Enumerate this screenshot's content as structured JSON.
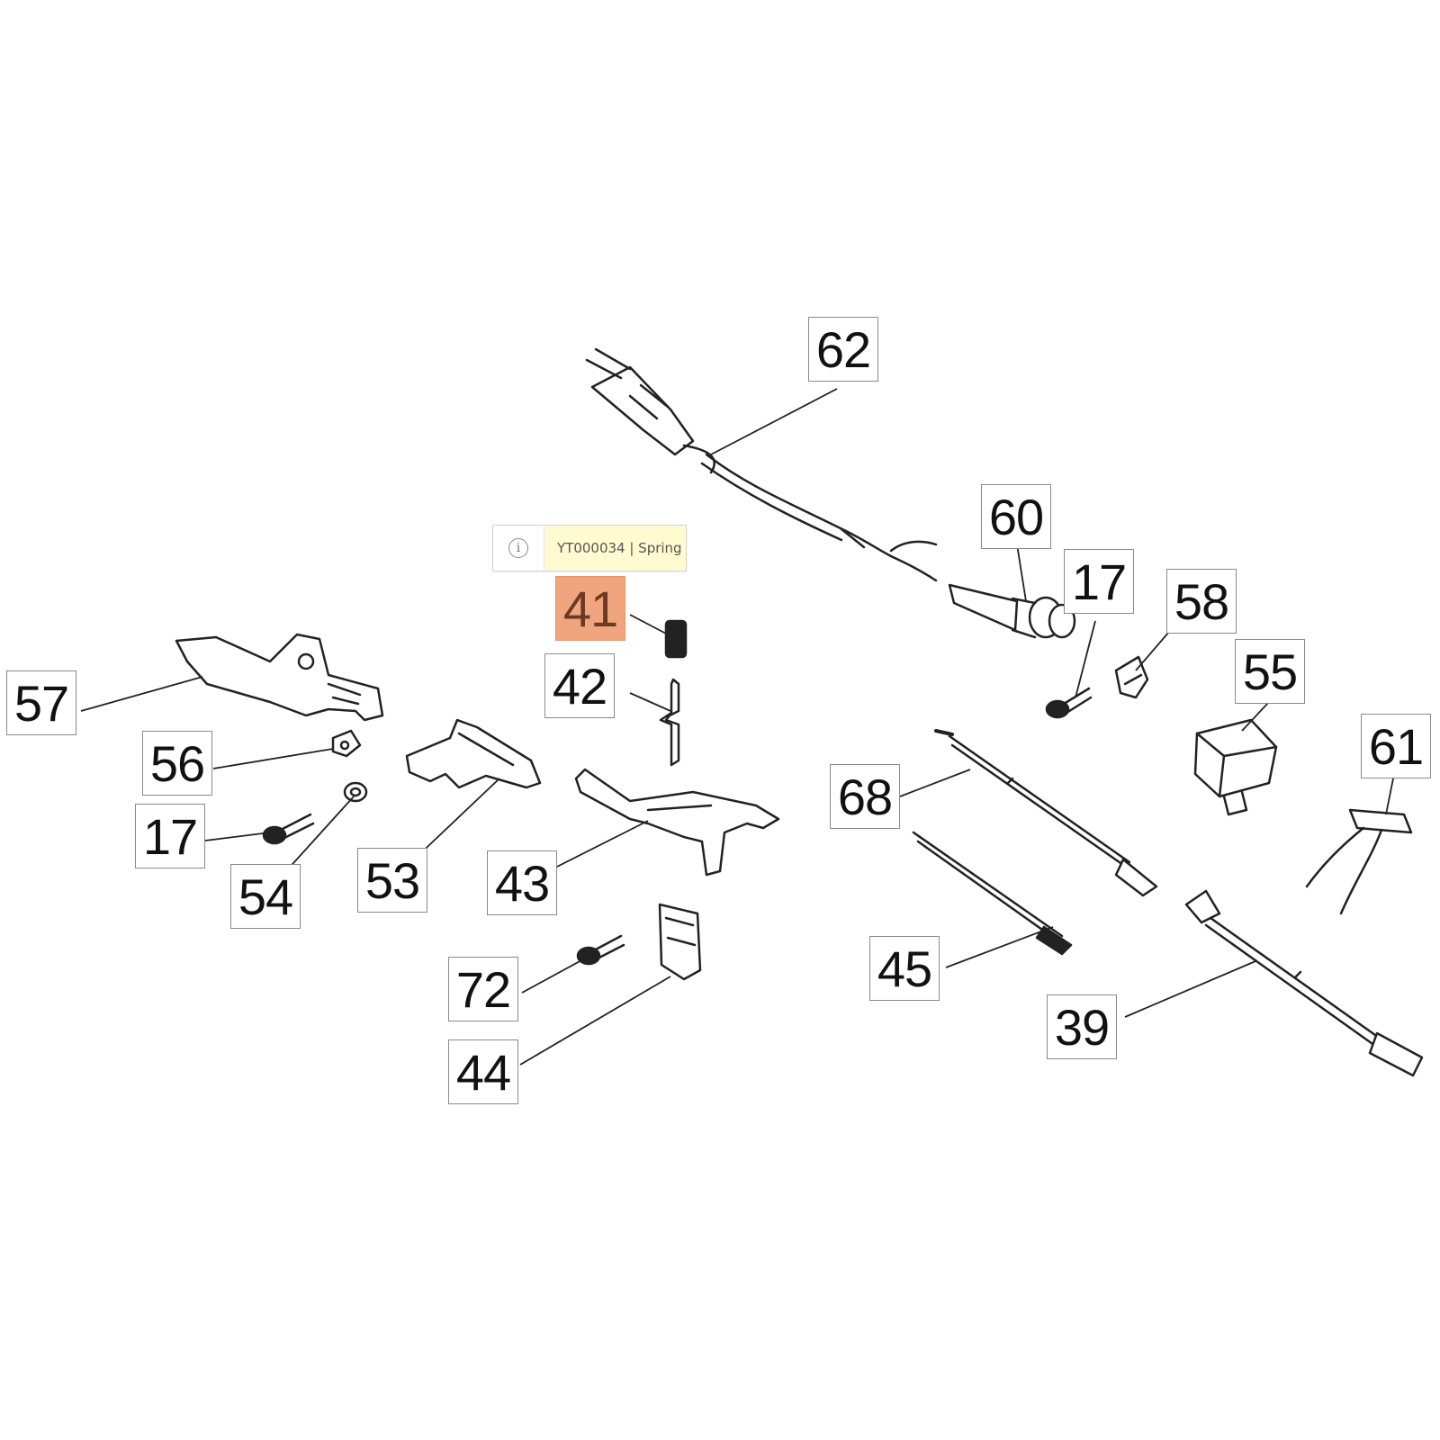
{
  "tooltip": {
    "icon": "info-icon",
    "text": "YT000034 | Spring"
  },
  "callouts": {
    "c62": "62",
    "c60": "60",
    "c17a": "17",
    "c58": "58",
    "c55": "55",
    "c61": "61",
    "c41": "41",
    "c42": "42",
    "c57": "57",
    "c56": "56",
    "c17b": "17",
    "c54": "54",
    "c53": "53",
    "c43": "43",
    "c68": "68",
    "c45": "45",
    "c39": "39",
    "c72": "72",
    "c44": "44"
  },
  "colors": {
    "highlight": "#f0a57e",
    "highlight_text": "#6b3a22",
    "line": "#222222",
    "tooltip_bg": "#fffbd0"
  }
}
